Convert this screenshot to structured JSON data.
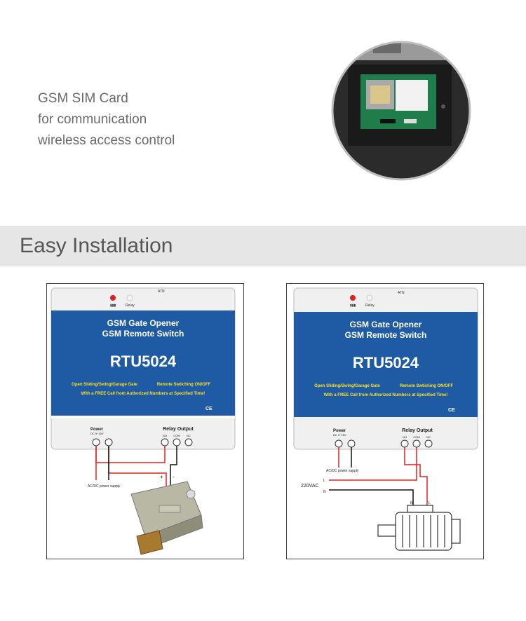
{
  "intro": {
    "lines": [
      "GSM SIM Card",
      "for communication",
      "wireless access control"
    ]
  },
  "section": {
    "title": "Easy Installation"
  },
  "device": {
    "atn": "ATN",
    "relay_led": "Relay",
    "line1": "GSM Gate Opener",
    "line2": "GSM Remote Switch",
    "model": "RTU5024",
    "feature1": "Open Sliding/Swing/Garage Gate",
    "feature2": "Remote Swtiching ON/OFF",
    "tagline": "With a FREE Call from Authorized Numbers at Specified Time!",
    "cert": "CE",
    "power_label": "Power",
    "power_spec": "DC 9~15V",
    "relay_output": "Relay Output",
    "no": "NO",
    "com": "COM",
    "nc": "NC"
  },
  "diagram1": {
    "supply": "AC/DC power supply",
    "plus": "+",
    "minus": "-"
  },
  "diagram2": {
    "supply": "AC/DC power supply",
    "mains": "220VAC",
    "l": "L",
    "n": "N",
    "motor_n": "N",
    "motor_l": "L"
  },
  "colors": {
    "panel_blue": "#1f5aa5",
    "wire_red": "#e02020",
    "band_gray": "#e6e6e6"
  }
}
